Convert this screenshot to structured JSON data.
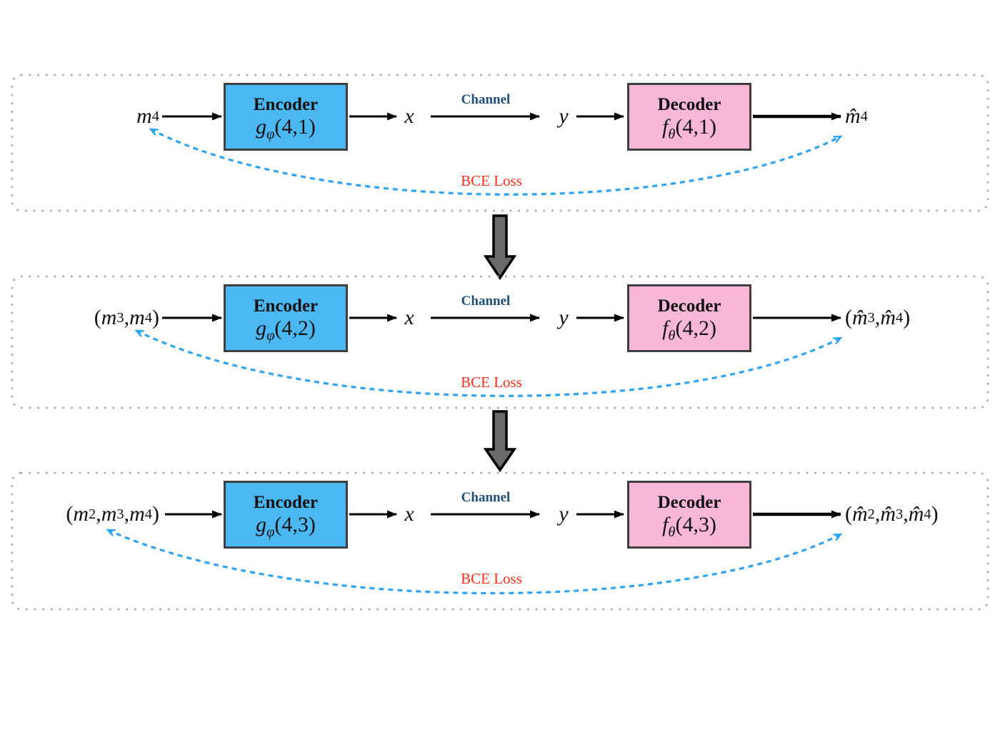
{
  "colors": {
    "encoder_fill": "#4CB8F2",
    "decoder_fill": "#F8B6D9",
    "block_border": "#3F3F3F",
    "channel_label_text": "#1F4E79",
    "loss_label_text": "#FB2E1A",
    "feedback_dash": "#2EA3F2",
    "flow_arrow": "#000000",
    "stage_border_dots": "#ABABAB",
    "down_arrow_fill": "#6A6A6A",
    "down_arrow_border": "#000000"
  },
  "stages": [
    {
      "input_label": "m_4",
      "encoder": {
        "title": "Encoder",
        "symbol": "g_φ(4,1)"
      },
      "channel_input": "x",
      "channel_label": "Channel",
      "channel_output": "y",
      "decoder": {
        "title": "Decoder",
        "symbol": "f_θ(4,1)"
      },
      "output_label": "m̂_4",
      "loss_label": "BCE Loss"
    },
    {
      "input_label": "(m_3, m_4)",
      "encoder": {
        "title": "Encoder",
        "symbol": "g_φ(4,2)"
      },
      "channel_input": "x",
      "channel_label": "Channel",
      "channel_output": "y",
      "decoder": {
        "title": "Decoder",
        "symbol": "f_θ(4,2)"
      },
      "output_label": "(m̂_3, m̂_4)",
      "loss_label": "BCE Loss"
    },
    {
      "input_label": "(m_2, m_3, m_4)",
      "encoder": {
        "title": "Encoder",
        "symbol": "g_φ(4,3)"
      },
      "channel_input": "x",
      "channel_label": "Channel",
      "channel_output": "y",
      "decoder": {
        "title": "Decoder",
        "symbol": "f_θ(4,3)"
      },
      "output_label": "(m̂_2, m̂_3, m̂_4)",
      "loss_label": "BCE Loss"
    }
  ]
}
